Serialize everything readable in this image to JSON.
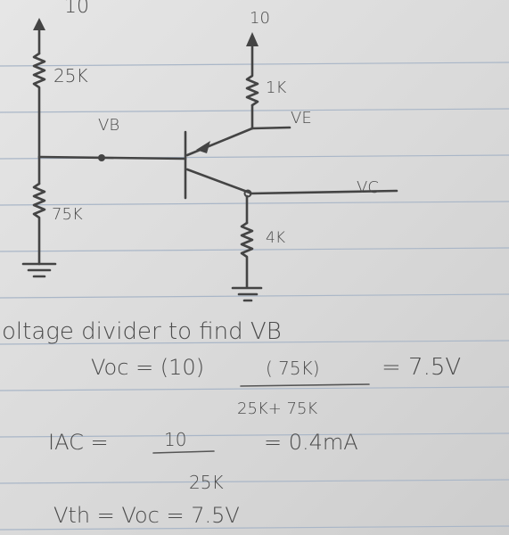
{
  "circuit": {
    "top_left_supply": "10",
    "top_right_supply": "10",
    "r_top_left": "25K",
    "r_emitter": "1K",
    "label_vb": "VB",
    "label_ve": "VE",
    "label_vc": "VC",
    "r_bottom_left": "75K",
    "r_collector": "4K"
  },
  "notes": {
    "heading": "oltage divider to find VB",
    "voc_lhs": "Voc = (10)",
    "voc_num": "( 75K)",
    "voc_den": "25K+ 75K",
    "voc_result": "= 7.5V",
    "iac_lhs": "IAC =",
    "iac_num": "10",
    "iac_den": "25K",
    "iac_result": "= 0.4mA",
    "vth_line": "Vth = Voc = 7.5V"
  },
  "colors": {
    "ink": "#444444",
    "paper": "#dedede",
    "ruling": "#a9b6c7"
  }
}
